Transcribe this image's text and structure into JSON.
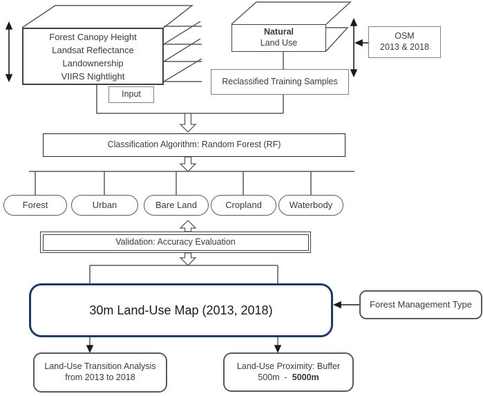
{
  "diagram": {
    "stack": {
      "lines": [
        "Forest Canopy Height",
        "Landsat Reflectance",
        "Landownership",
        "VIIRS Nightlight"
      ]
    },
    "input_label": "Input",
    "natural_box": {
      "line1": "Natural",
      "line2": "Land Use"
    },
    "osm_box": {
      "line1": "OSM",
      "line2": "2013 & 2018"
    },
    "reclassified_label": "Reclassified Training Samples",
    "classification_label": "Classification Algorithm: Random Forest (RF)",
    "classes": [
      {
        "label": "Forest"
      },
      {
        "label": "Urban"
      },
      {
        "label": "Bare Land"
      },
      {
        "label": "Cropland"
      },
      {
        "label": "Waterbody"
      }
    ],
    "validation_label": "Validation: Accuracy Evaluation",
    "landuse_map_label": "30m Land-Use Map (2013, 2018)",
    "forest_mgmt_label": "Forest Management Type",
    "transition_box": {
      "line1": "Land-Use Transition Analysis",
      "line2": "from 2013 to 2018"
    },
    "proximity_box": {
      "line1": "Land-Use Proximity: Buffer",
      "range_start": "500m",
      "dash": "-",
      "range_end": "5000m"
    },
    "colors": {
      "accent_blue": "#1f3864",
      "line_gray": "#595959",
      "arrow_black": "#1a1a1a"
    }
  }
}
